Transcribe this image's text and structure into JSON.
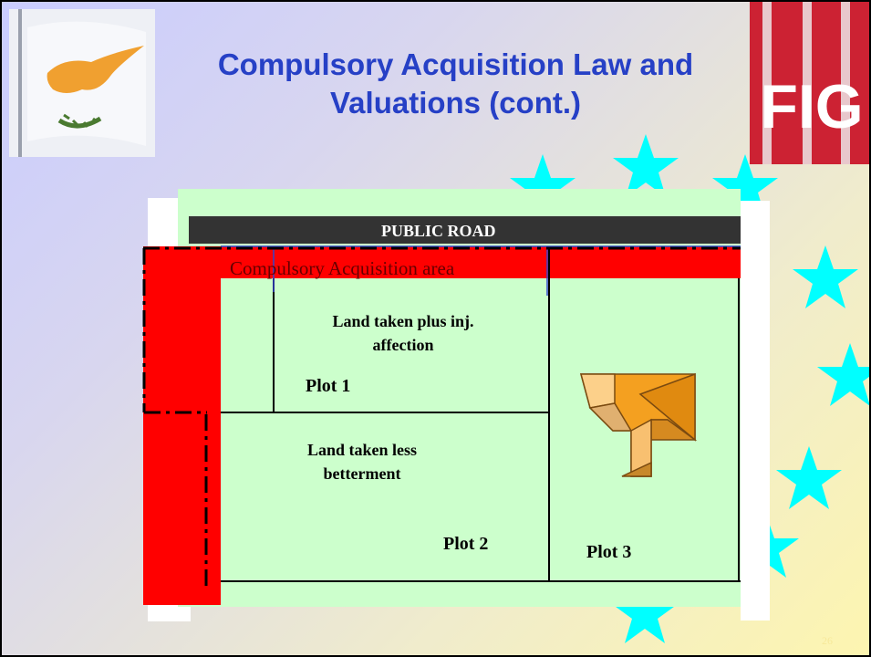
{
  "slide": {
    "title_line1": "Compulsory Acquisition Law  and",
    "title_line2": "Valuations (cont.)",
    "logo_text": "FIG",
    "page_number": "26"
  },
  "diagram": {
    "road_label": "PUBLIC ROAD",
    "acquisition_label": "Compulsory Acquisition area",
    "plot1_desc_line1": "Land taken plus inj.",
    "plot1_desc_line2": "affection",
    "plot1_label": "Plot 1",
    "plot2_desc_line1": "Land taken  less",
    "plot2_desc_line2": "betterment",
    "plot2_label": "Plot 2",
    "plot3_label": "Plot 3"
  },
  "colors": {
    "title": "#2640c6",
    "acquisition_red": "#ff0000",
    "land_green": "#ccffcc",
    "road_dark": "#333333",
    "star": "#00ffff",
    "fig_red": "#cc2233"
  },
  "icons": [
    "cyprus-flag-icon",
    "fig-logo",
    "star-icon",
    "house-roof-icon"
  ]
}
